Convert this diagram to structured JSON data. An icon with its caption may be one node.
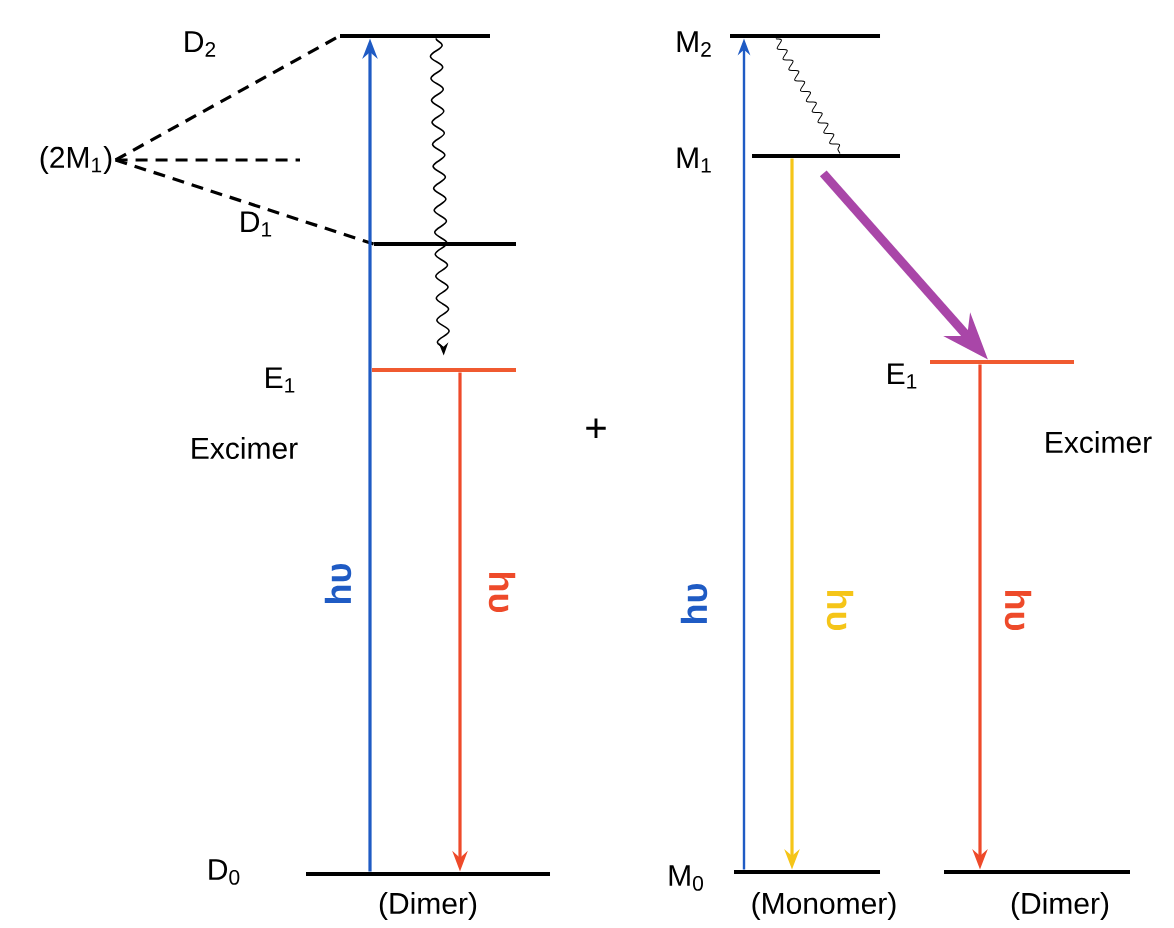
{
  "diagram": {
    "nodes": [
      {
        "text": [
          "D$_{2}$"
        ]
      },
      {
        "text": [
          "(2M$_{1}$)"
        ]
      },
      {
        "text": [
          "D$_{1}$"
        ]
      },
      {
        "text": [
          "E$_{1}$"
        ],
        "beside": [
          "Excimer"
        ]
      },
      {
        "text": [
          "D$_{0}$",
          "(Dimer)"
        ]
      },
      {
        "text": [
          "M$_{2}$"
        ]
      },
      {
        "text": [
          "M$_{1}$"
        ]
      },
      {
        "text": [
          "E$_{1}$"
        ],
        "beside": [
          "Excimer"
        ]
      },
      {
        "text": [
          "M$_{0}$",
          "(Monomer)"
        ]
      },
      {
        "text": [
          "(Dimer)"
        ]
      }
    ],
    "edges": [
      {
        "from": 1,
        "to": 0,
        "arrow": "none",
        "style": "dashed"
      },
      {
        "from": 1,
        "to": 2,
        "arrow": "none",
        "style": "dashed"
      },
      {
        "from": 1,
        "to": null,
        "arrow": "none",
        "style": "dashed"
      },
      {
        "from": 4,
        "to": 0,
        "arrow": "to",
        "label": "hυ",
        "color": "#1f5bc4"
      },
      {
        "from": 0,
        "to": 3,
        "arrow": "to"
      },
      {
        "from": 3,
        "to": 4,
        "arrow": "to",
        "label": "hυ",
        "color": "#ee4a2a"
      },
      {
        "from": 8,
        "to": 5,
        "arrow": "to",
        "label": "hυ",
        "color": "#1f5bc4"
      },
      {
        "from": 5,
        "to": 6,
        "arrow": "none"
      },
      {
        "from": 6,
        "to": 8,
        "arrow": "to",
        "label": "hυ",
        "color": "#f5c518"
      },
      {
        "from": 6,
        "to": 7,
        "arrow": "to",
        "style": "thick",
        "color": "#a946a8"
      },
      {
        "from": 7,
        "to": 9,
        "arrow": "to",
        "label": "hυ",
        "color": "#ee4a2a"
      }
    ],
    "labels": [
      "+"
    ]
  }
}
